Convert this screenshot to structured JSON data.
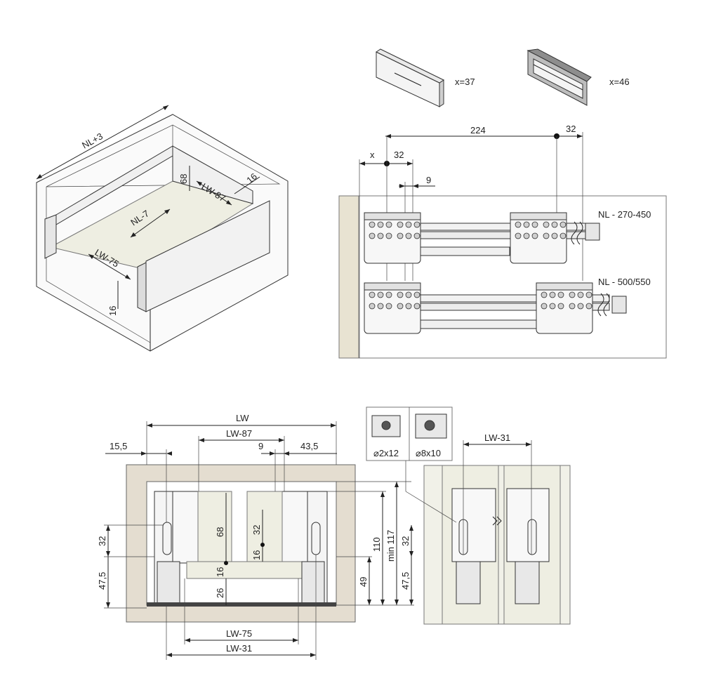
{
  "drawer_iso": {
    "labels": {
      "nl_plus3": "NL+3",
      "lw87": "LW-87",
      "nl7": "NL-7",
      "lw75": "LW-75",
      "h68": "68",
      "t16_top": "16",
      "t16_bottom": "16"
    }
  },
  "fronts": {
    "front_a_label": "x=37",
    "front_b_label": "x=46"
  },
  "runner_view": {
    "dims": {
      "d224": "224",
      "d32_right": "32",
      "dx": "x",
      "d32_left": "32",
      "d9": "9"
    },
    "rows": [
      {
        "label": "NL - 270-450"
      },
      {
        "label": "NL - 500/550"
      }
    ]
  },
  "section_view": {
    "top_dims": {
      "lw": "LW",
      "lw87": "LW-87",
      "d155": "15,5",
      "d9": "9",
      "d435": "43,5"
    },
    "side_dims": {
      "d32": "32",
      "d475": "47,5",
      "d68": "68",
      "d32_inner": "32",
      "d16_inner": "16",
      "d16_low": "16",
      "d26": "26",
      "d49": "49",
      "d110": "110",
      "min117": "min 117",
      "d32_r": "32",
      "d475_r": "47,5"
    },
    "bottom_dims": {
      "lw75": "LW-75",
      "lw31": "LW-31"
    }
  },
  "screws": {
    "screw_a": "⌀2x12",
    "screw_b": "⌀8x10"
  },
  "detail_view": {
    "lw31": "LW-31"
  }
}
